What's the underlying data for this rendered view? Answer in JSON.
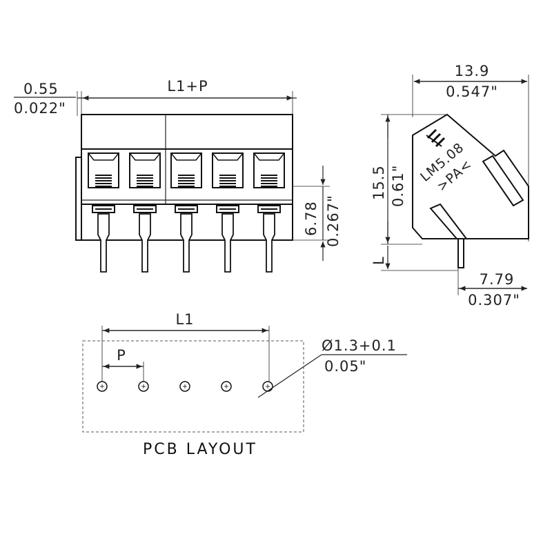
{
  "front_view": {
    "pitch_offset": "0.55",
    "pitch_offset_in": "0.022\"",
    "overall_width": "L1+P",
    "pin_height": "6.78",
    "pin_height_in": "0.267\"",
    "pole_count": 5
  },
  "side_view": {
    "width": "13.9",
    "width_in": "0.547\"",
    "height": "15.5",
    "height_in": "0.61\"",
    "pin_length": "L",
    "depth": "7.79",
    "depth_in": "0.307\"",
    "marking_line1": "LM5.08",
    "marking_line2": ">PA<"
  },
  "pcb_layout": {
    "length": "L1",
    "pitch": "P",
    "hole_dia": "Ø1.3+0.1",
    "hole_dia_in": "0.05\"",
    "title": "PCB LAYOUT",
    "hole_count": 5
  }
}
